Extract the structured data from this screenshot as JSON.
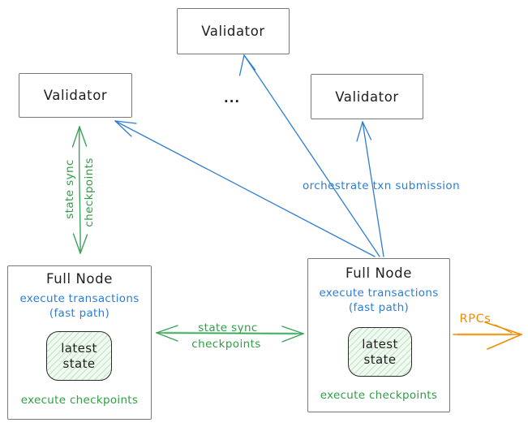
{
  "colors": {
    "blue": "#2d7dd2",
    "green": "#2f9e44",
    "green_arrow": "#3aa35a",
    "orange": "#f08c00",
    "box_border": "#787878",
    "text_black": "#1e1e1e",
    "state_fill": "#f1faf1"
  },
  "validators": {
    "top": "Validator",
    "left": "Validator",
    "right": "Validator",
    "ellipsis": "..."
  },
  "full_nodes": {
    "left": {
      "title": "Full Node",
      "exec_line1": "execute transactions",
      "exec_line2": "(fast path)",
      "state_line1": "latest",
      "state_line2": "state",
      "footer": "execute checkpoints"
    },
    "right": {
      "title": "Full Node",
      "exec_line1": "execute transactions",
      "exec_line2": "(fast path)",
      "state_line1": "latest",
      "state_line2": "state",
      "footer": "execute checkpoints"
    }
  },
  "edges": {
    "left_state_sync": {
      "line1": "state sync",
      "line2": "checkpoints"
    },
    "mid_state_sync": {
      "line1": "state sync",
      "line2": "checkpoints"
    },
    "orchestrate": {
      "label": "orchestrate txn submission"
    },
    "rpcs": {
      "label": "RPCs"
    }
  }
}
